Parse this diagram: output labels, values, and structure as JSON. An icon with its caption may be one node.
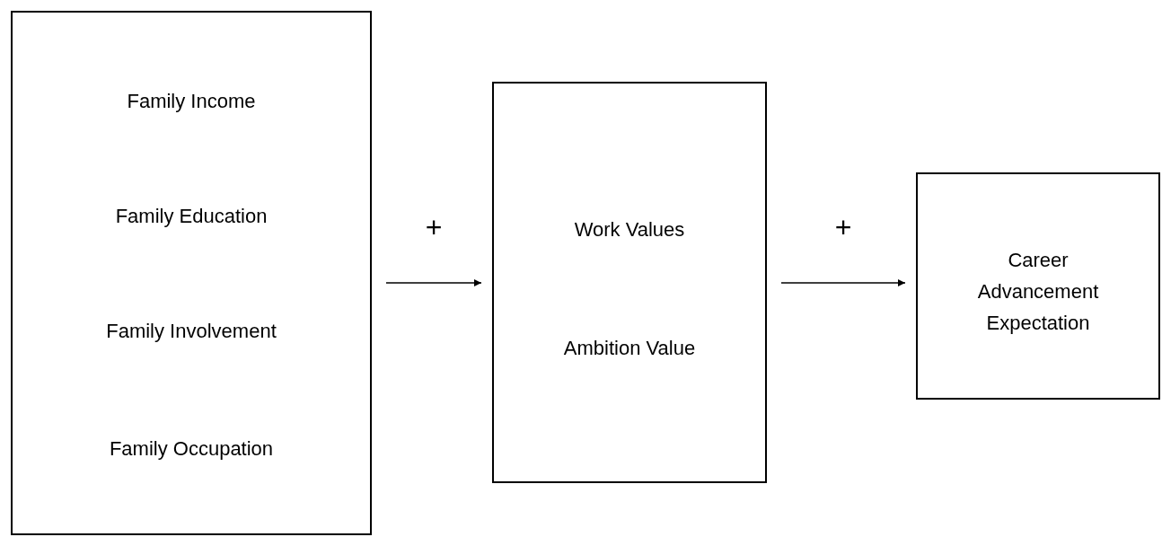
{
  "diagram": {
    "nodes": [
      {
        "text": [
          "Family Income",
          "Family Education",
          "Family Involvement",
          "Family Occupation"
        ]
      },
      {
        "text": [
          "Work Values",
          "Ambition Value"
        ]
      },
      {
        "text": [
          "Career Advancement Expectation"
        ]
      }
    ],
    "edges": [
      {
        "from": 0,
        "to": 1,
        "arrow": "to",
        "label": "+"
      },
      {
        "from": 1,
        "to": 2,
        "arrow": "to",
        "label": "+"
      }
    ]
  }
}
